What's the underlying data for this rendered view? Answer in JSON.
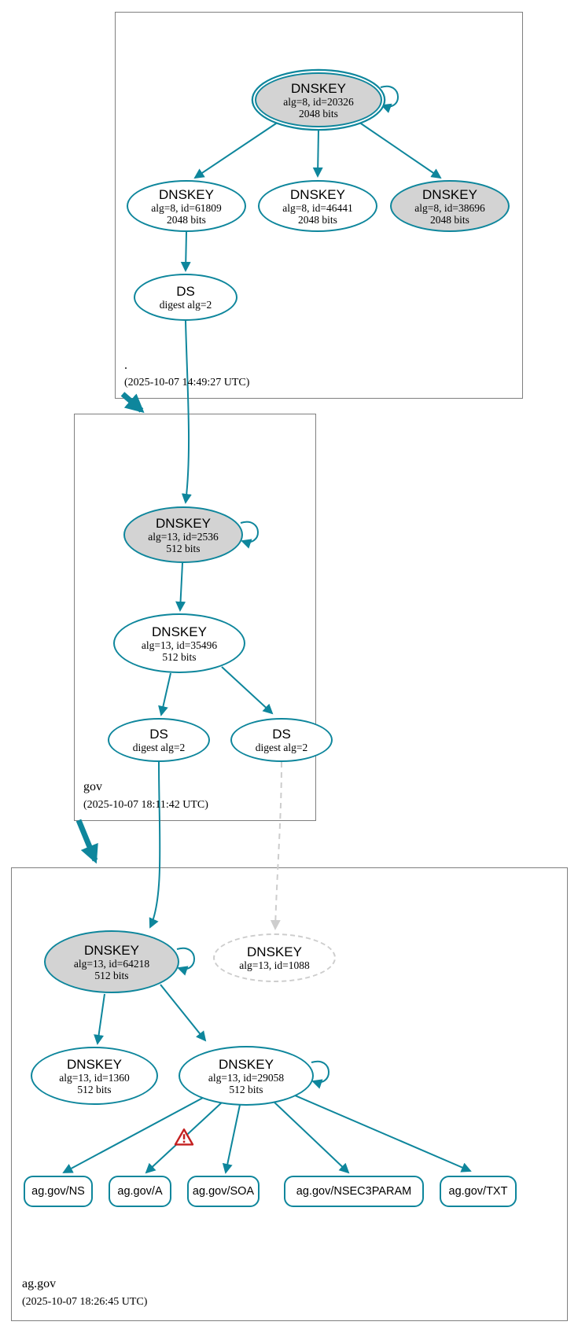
{
  "colors": {
    "secure_teal": "#0e869c",
    "key_fill": "#d3d3d3",
    "inactive_gray": "#cdcdcd",
    "warning_red": "#c41f1f"
  },
  "zones": [
    {
      "label": ".",
      "timestamp": "(2025-10-07 14:49:27 UTC)",
      "nodes": {
        "ksk": {
          "type": "DNSKEY",
          "detail": "alg=8, id=20326",
          "size": "2048 bits"
        },
        "zsk1": {
          "type": "DNSKEY",
          "detail": "alg=8, id=61809",
          "size": "2048 bits"
        },
        "zsk2": {
          "type": "DNSKEY",
          "detail": "alg=8, id=46441",
          "size": "2048 bits"
        },
        "zsk3": {
          "type": "DNSKEY",
          "detail": "alg=8, id=38696",
          "size": "2048 bits"
        },
        "ds": {
          "type": "DS",
          "detail": "digest alg=2"
        }
      }
    },
    {
      "label": "gov",
      "timestamp": "(2025-10-07 18:11:42 UTC)",
      "nodes": {
        "ksk": {
          "type": "DNSKEY",
          "detail": "alg=13, id=2536",
          "size": "512 bits"
        },
        "zsk": {
          "type": "DNSKEY",
          "detail": "alg=13, id=35496",
          "size": "512 bits"
        },
        "ds1": {
          "type": "DS",
          "detail": "digest alg=2"
        },
        "ds2": {
          "type": "DS",
          "detail": "digest alg=2"
        }
      }
    },
    {
      "label": "ag.gov",
      "timestamp": "(2025-10-07 18:26:45 UTC)",
      "nodes": {
        "ksk": {
          "type": "DNSKEY",
          "detail": "alg=13, id=64218",
          "size": "512 bits"
        },
        "missing": {
          "type": "DNSKEY",
          "detail": "alg=13, id=1088"
        },
        "key1": {
          "type": "DNSKEY",
          "detail": "alg=13, id=1360",
          "size": "512 bits"
        },
        "key2": {
          "type": "DNSKEY",
          "detail": "alg=13, id=29058",
          "size": "512 bits"
        }
      },
      "rrsets": [
        {
          "label": "ag.gov/NS"
        },
        {
          "label": "ag.gov/A"
        },
        {
          "label": "ag.gov/SOA"
        },
        {
          "label": "ag.gov/NSEC3PARAM"
        },
        {
          "label": "ag.gov/TXT"
        }
      ]
    }
  ]
}
